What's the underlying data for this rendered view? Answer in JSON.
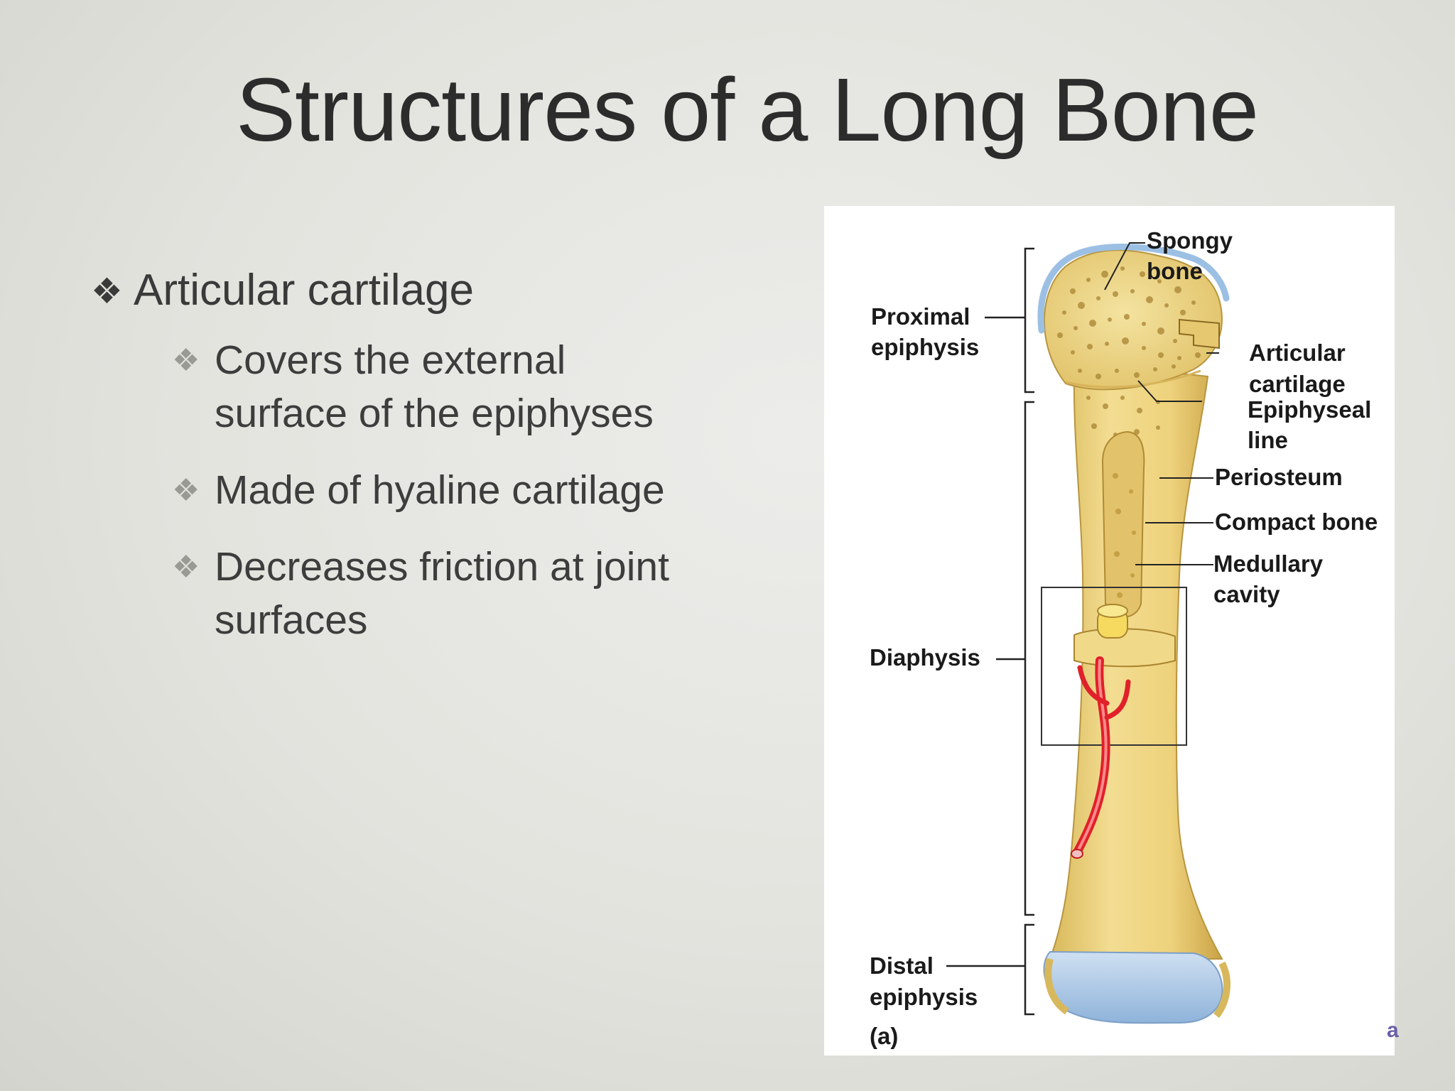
{
  "slide": {
    "title": "Structures of a Long Bone",
    "bullet": {
      "text": "Articular cartilage",
      "subpoints": [
        {
          "line1": "Covers the external",
          "line2": "surface of the epiphyses"
        },
        {
          "line1": "Made of hyaline cartilage",
          "line2": ""
        },
        {
          "line1": "Decreases friction at joint",
          "line2": "surfaces"
        }
      ]
    },
    "bullet_icon": "diamond-four-petal-icon",
    "stray_mark": "a"
  },
  "figure": {
    "panel_label": "(a)",
    "labels": {
      "proximal_1": "Proximal",
      "proximal_2": "epiphysis",
      "diaphysis": "Diaphysis",
      "distal_1": "Distal",
      "distal_2": "epiphysis",
      "spongy_1": "Spongy",
      "spongy_2": "bone",
      "articular_1": "Articular",
      "articular_2": "cartilage",
      "epiphyseal_1": "Epiphyseal",
      "epiphyseal_2": "line",
      "periosteum": "Periosteum",
      "compact": "Compact bone",
      "medullary_1": "Medullary",
      "medullary_2": "cavity"
    },
    "colors": {
      "bone": "#efd98a",
      "bone_shade": "#d8b95c",
      "cartilage": "#a9c7e6",
      "vessel": "#e0202a"
    }
  }
}
